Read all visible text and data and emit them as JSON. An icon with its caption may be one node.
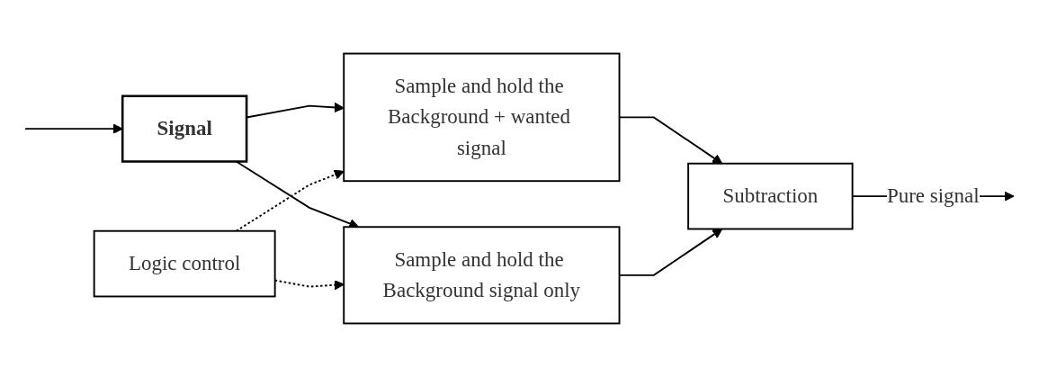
{
  "diagram": {
    "nodes": [
      {
        "text": [
          "Signal"
        ]
      },
      {
        "text": [
          "Sample and hold the Background + wanted signal"
        ]
      },
      {
        "text": [
          "Sample and hold the Background signal only"
        ]
      },
      {
        "text": [
          "Subtraction"
        ]
      },
      {
        "text": [
          "Logic control"
        ]
      }
    ],
    "edges": [
      {
        "from": null,
        "to": 0,
        "arrow": "to"
      },
      {
        "from": 0,
        "to": 1,
        "arrow": "to"
      },
      {
        "from": 0,
        "to": 2,
        "arrow": "to"
      },
      {
        "from": 4,
        "to": 1,
        "arrow": "to",
        "style": "dashed"
      },
      {
        "from": 4,
        "to": 2,
        "arrow": "to",
        "style": "dashed"
      },
      {
        "from": 1,
        "to": 3,
        "arrow": "to"
      },
      {
        "from": 2,
        "to": 3,
        "arrow": "to"
      },
      {
        "from": 3,
        "to": null,
        "arrow": "to",
        "label": "Pure signal"
      }
    ]
  }
}
